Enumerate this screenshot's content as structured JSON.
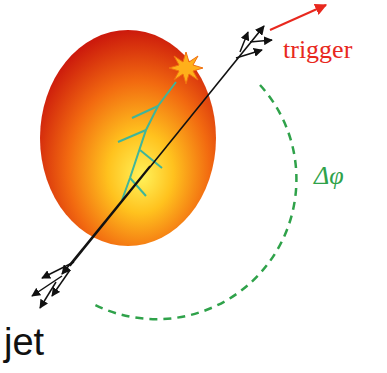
{
  "diagram": {
    "labels": [
      "trigger",
      "Δφ",
      "jet"
    ]
  }
}
